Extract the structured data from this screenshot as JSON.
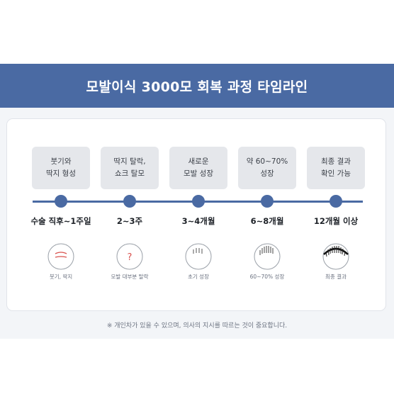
{
  "title": "모발이식 3000모 회복 과정 타임라인",
  "stages": [
    {
      "box": "붓기와\n딱지 형성",
      "label": "수술 직후~1주일",
      "icon": "swelling-face-icon",
      "caption": "붓기, 딱지"
    },
    {
      "box": "딱지 탈락,\n쇼크 탈모",
      "label": "2~3주",
      "icon": "question-mark-icon",
      "caption": "모발 대부분 탈락"
    },
    {
      "box": "새로운\n모발 성장",
      "label": "3~4개월",
      "icon": "sparse-hair-icon",
      "caption": "초기 성장"
    },
    {
      "box": "약 60~70%\n성장",
      "label": "6~8개월",
      "icon": "medium-hair-icon",
      "caption": "60~70% 성장"
    },
    {
      "box": "최종 결과\n확인 가능",
      "label": "12개월 이상",
      "icon": "full-hair-icon",
      "caption": "최종 결과"
    }
  ],
  "footnote": "※ 개인차가 있을 수 있으며, 의사의 지시를 따르는 것이 중요합니다.",
  "colors": {
    "accent": "#4a6aa3",
    "swelling": "#d9534f"
  }
}
